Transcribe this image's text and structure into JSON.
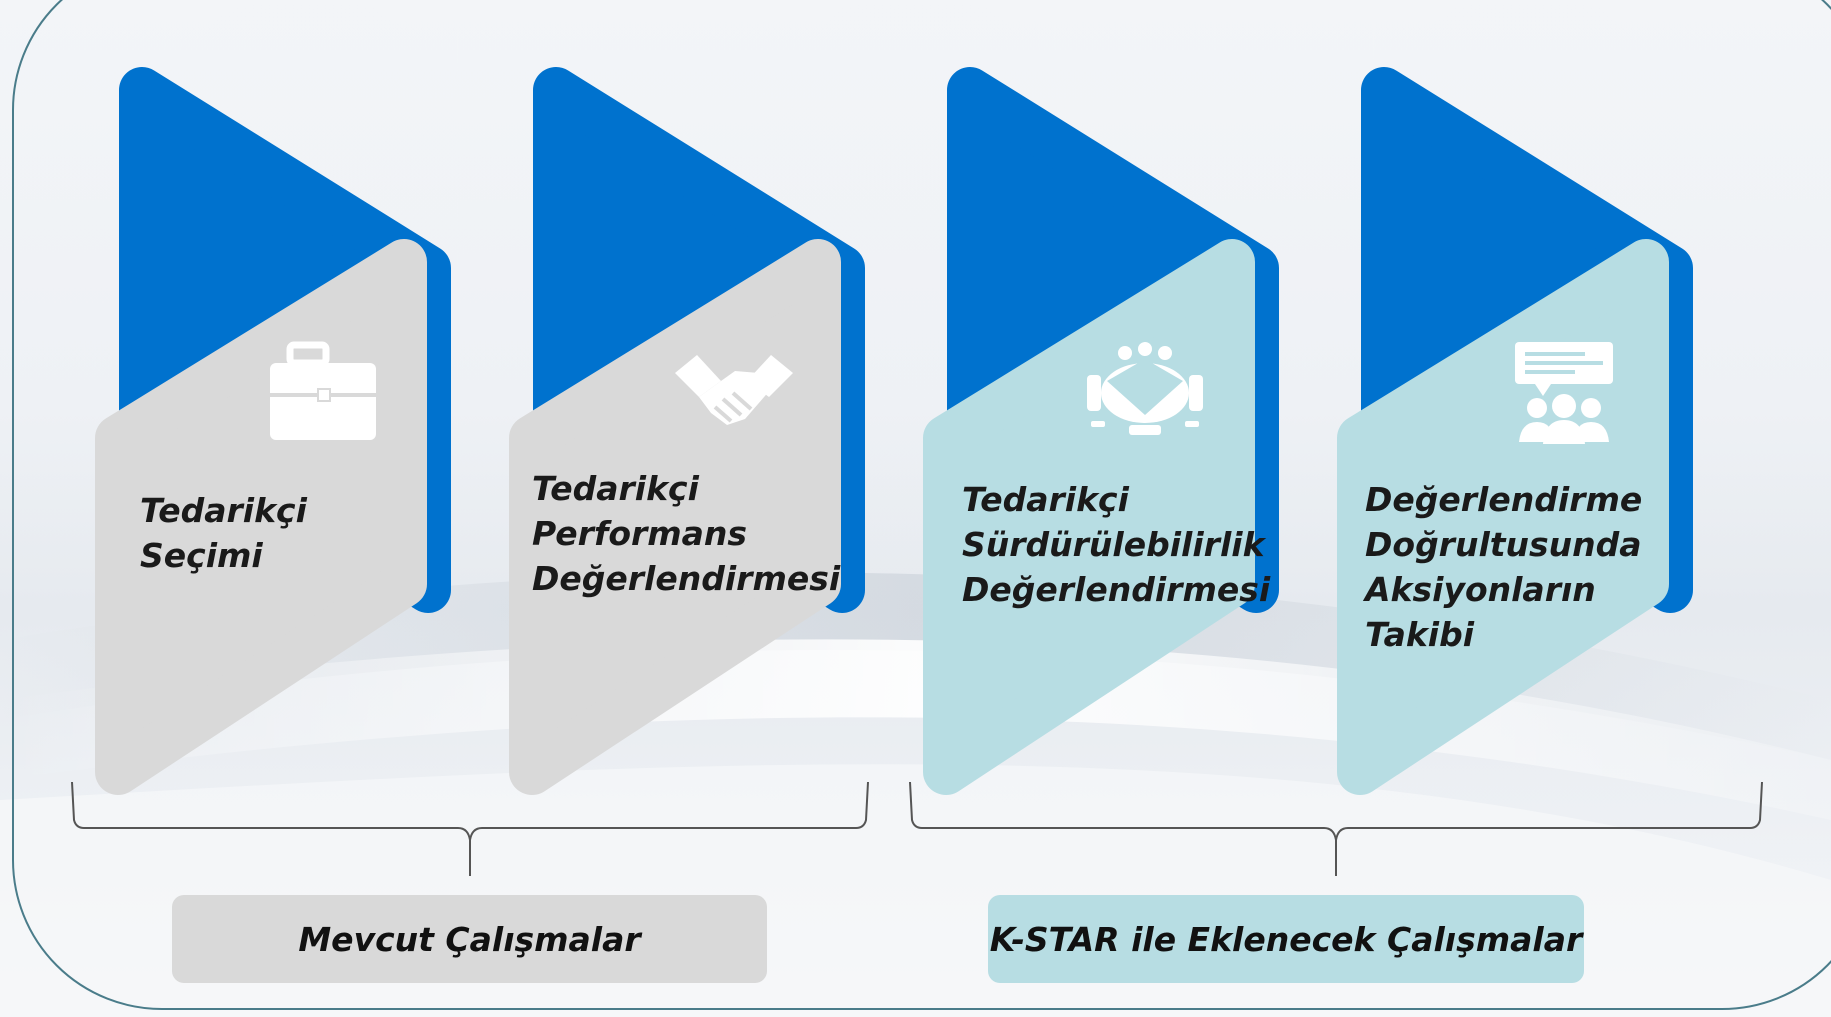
{
  "colors": {
    "blue": "#0072ce",
    "grey_card": "#d9d9d9",
    "teal_card": "#b7dde3",
    "bracket": "#555555",
    "frame": "#4a7c8a"
  },
  "cards": [
    {
      "lines": [
        "Tedarikçi",
        "Seçimi"
      ],
      "icon": "briefcase-icon",
      "group": "current"
    },
    {
      "lines": [
        "Tedarikçi",
        "Performans",
        "Değerlendirmesi"
      ],
      "icon": "handshake-icon",
      "group": "current"
    },
    {
      "lines": [
        "Tedarikçi",
        "Sürdürülebilirlik",
        "Değerlendirmesi"
      ],
      "icon": "meeting-table-icon",
      "group": "kstar"
    },
    {
      "lines": [
        "Değerlendirme",
        "Doğrultusunda",
        "Aksiyonların",
        "Takibi"
      ],
      "icon": "team-discussion-icon",
      "group": "kstar"
    }
  ],
  "groups": {
    "current": {
      "label": "Mevcut Çalışmalar"
    },
    "kstar": {
      "label": "K-STAR ile Eklenecek Çalışmalar"
    }
  }
}
